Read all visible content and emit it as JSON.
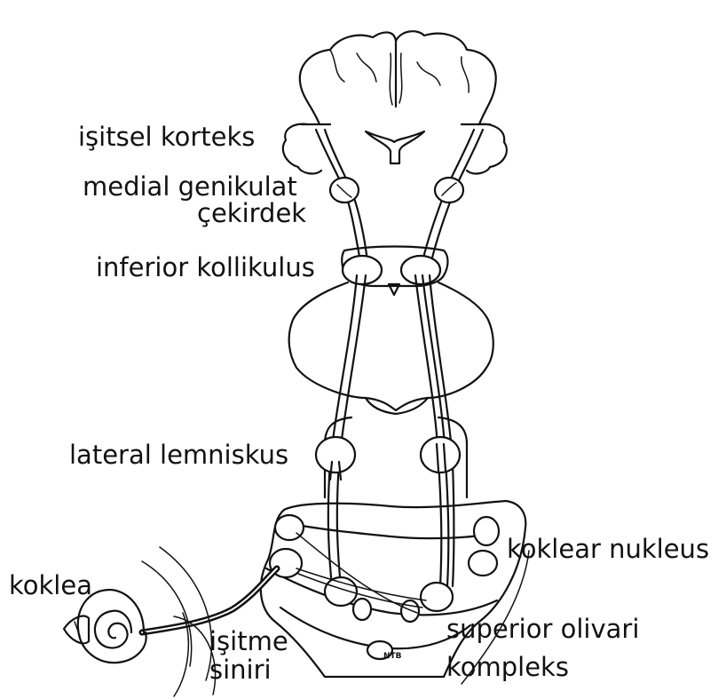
{
  "labels": {
    "auditory_cortex": "işitsel korteks",
    "mgn_line1": "medial genikulat",
    "mgn_line2": "çekirdek",
    "inferior_colliculus": "inferior kollikulus",
    "lateral_lemniscus": "lateral lemniskus",
    "cochlear_nucleus": "koklear nukleus",
    "cochlea": "koklea",
    "auditory_nerve_line1": "işitme",
    "auditory_nerve_line2": "siniri",
    "superior_olive_line1": "superior olivari",
    "superior_olive_line2": "kompleks",
    "ntb": "NTB"
  },
  "colors": {
    "ink": "#111111",
    "background": "#ffffff"
  }
}
